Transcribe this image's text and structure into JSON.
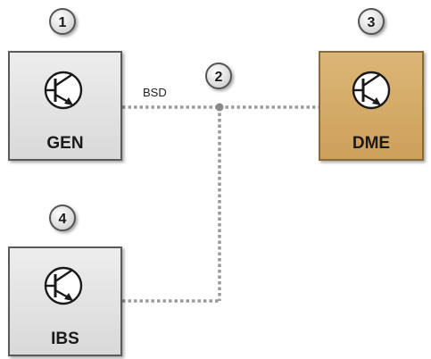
{
  "modules": {
    "gen": {
      "label": "GEN",
      "marker": "1"
    },
    "dme": {
      "label": "DME",
      "marker": "3"
    },
    "ibs": {
      "label": "IBS",
      "marker": "4"
    }
  },
  "bus": {
    "label": "BSD",
    "marker": "2"
  },
  "icon": "transistor-icon",
  "colors": {
    "module_fill": "#e6e6e6",
    "module_border": "#5a5a5a",
    "highlight_fill": "#d6ad6a",
    "highlight_border": "#8a6a35",
    "bus_line": "#999999",
    "marker_fill": "#dcdcdc"
  }
}
